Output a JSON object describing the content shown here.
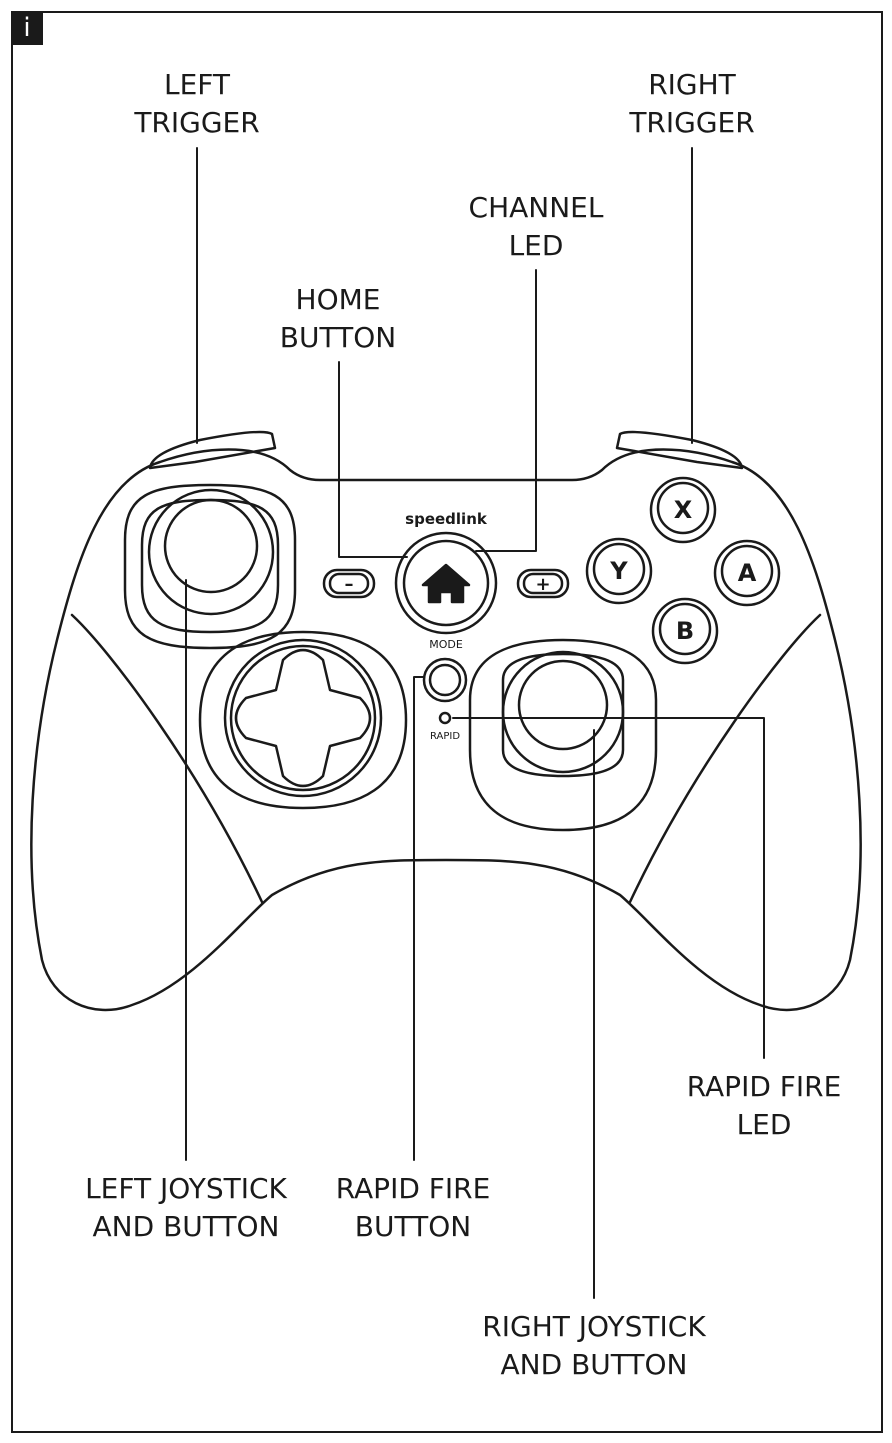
{
  "badge": "i",
  "brand": "speedlink",
  "buttons": {
    "mode": "MODE",
    "rapid": "RAPID",
    "x": "X",
    "y": "Y",
    "a": "A",
    "b": "B",
    "minus": "–",
    "plus": "+"
  },
  "labels": {
    "left_trigger": [
      "LEFT",
      "TRIGGER"
    ],
    "right_trigger": [
      "RIGHT",
      "TRIGGER"
    ],
    "channel_led": [
      "CHANNEL",
      "LED"
    ],
    "home_button": [
      "HOME",
      "BUTTON"
    ],
    "rapid_fire_led": [
      "RAPID FIRE",
      "LED"
    ],
    "left_joystick": [
      "LEFT JOYSTICK",
      "AND BUTTON"
    ],
    "rapid_fire_button": [
      "RAPID FIRE",
      "BUTTON"
    ],
    "right_joystick": [
      "RIGHT JOYSTICK",
      "AND BUTTON"
    ]
  },
  "colors": {
    "line": "#1a1a1a",
    "background": "#ffffff"
  }
}
